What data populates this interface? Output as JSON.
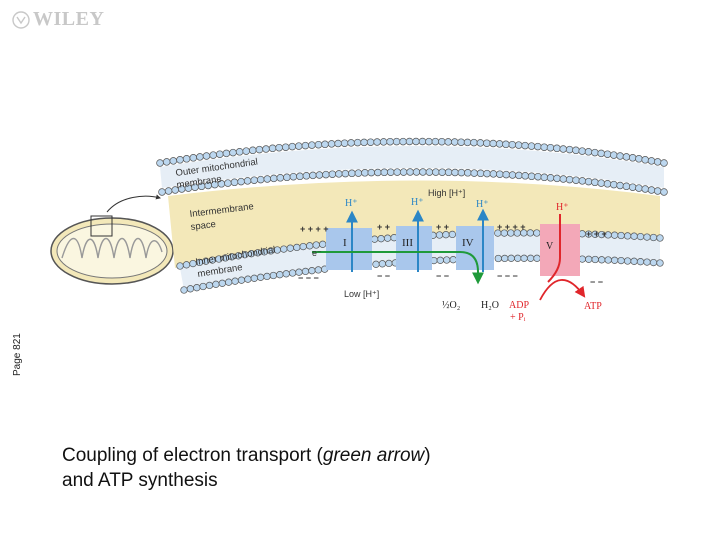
{
  "logo": {
    "text": "WILEY"
  },
  "page_label": "Page 821",
  "figure": {
    "labels": {
      "outer_membrane": [
        "Outer mitochondrial",
        "membrane"
      ],
      "intermembrane": [
        "Intermembrane",
        "space"
      ],
      "inner_membrane": [
        "Inner mitochondrial",
        "membrane"
      ],
      "high_h": "High [H⁺]",
      "low_h": "Low [H⁺]",
      "proton": "H⁺",
      "electron": "e⁻",
      "complex_1": "I",
      "complex_3": "III",
      "complex_4": "IV",
      "complex_5": "V",
      "oxygen": "½O₂",
      "water": "H₂O",
      "adp": "ADP",
      "pi": "+ Pᵢ",
      "atp": "ATP"
    },
    "colors": {
      "membrane_bead": "#bcd7ef",
      "intermembrane_band": "#f3e8b9",
      "complex": "#a9c7ec",
      "atp_synthase": "#f3a8b8",
      "electron_arrow": "#1f9a3a",
      "proton_arrow": "#2b86c6",
      "atp_arrow": "#e0262b"
    }
  },
  "caption": {
    "line1_a": "Coupling of electron transport (",
    "line1_italic": "green arrow",
    "line1_b": ")",
    "line2": "and ATP synthesis"
  }
}
